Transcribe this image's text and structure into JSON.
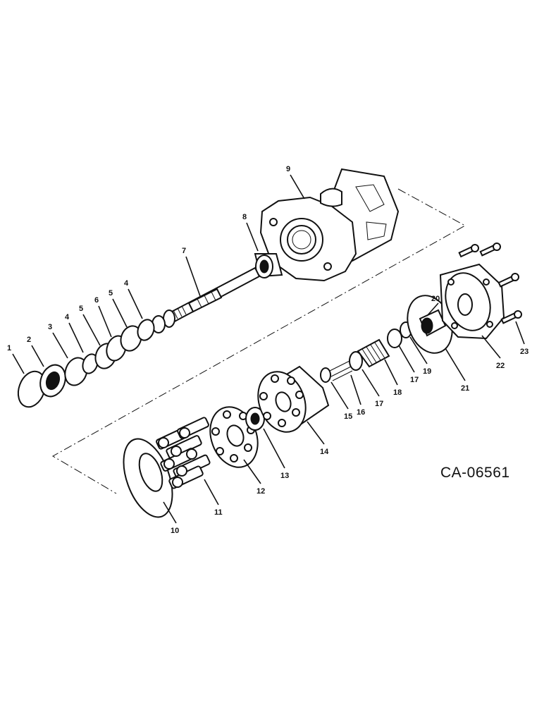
{
  "drawing_code": "CA-06561",
  "callouts": [
    {
      "id": "c1",
      "text": "1"
    },
    {
      "id": "c2",
      "text": "2"
    },
    {
      "id": "c3",
      "text": "3"
    },
    {
      "id": "c4a",
      "text": "4"
    },
    {
      "id": "c5a",
      "text": "5"
    },
    {
      "id": "c6",
      "text": "6"
    },
    {
      "id": "c5b",
      "text": "5"
    },
    {
      "id": "c4b",
      "text": "4"
    },
    {
      "id": "c7",
      "text": "7"
    },
    {
      "id": "c8",
      "text": "8"
    },
    {
      "id": "c9",
      "text": "9"
    },
    {
      "id": "c10",
      "text": "10"
    },
    {
      "id": "c11",
      "text": "11"
    },
    {
      "id": "c12",
      "text": "12"
    },
    {
      "id": "c13",
      "text": "13"
    },
    {
      "id": "c14",
      "text": "14"
    },
    {
      "id": "c15",
      "text": "15"
    },
    {
      "id": "c16",
      "text": "16"
    },
    {
      "id": "c17a",
      "text": "17"
    },
    {
      "id": "c18",
      "text": "18"
    },
    {
      "id": "c17b",
      "text": "17"
    },
    {
      "id": "c19",
      "text": "19"
    },
    {
      "id": "c20",
      "text": "20"
    },
    {
      "id": "c21",
      "text": "21"
    },
    {
      "id": "c22",
      "text": "22"
    },
    {
      "id": "c23",
      "text": "23"
    }
  ]
}
